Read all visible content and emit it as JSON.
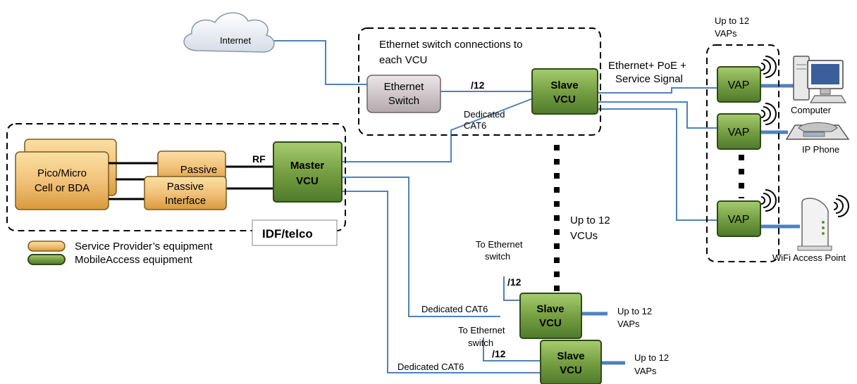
{
  "internet": {
    "label": "Internet"
  },
  "top_panel": {
    "title_line1": "Ethernet switch connections to",
    "title_line2": "each VCU",
    "switch_line1": "Ethernet",
    "switch_line2": "Switch",
    "port_count": "/12",
    "dedicated_line1": "Dedicated",
    "dedicated_line2": "CAT6"
  },
  "slave_vcu": {
    "line1": "Slave",
    "line2": "VCU"
  },
  "master_vcu": {
    "line1": "Master",
    "line2": "VCU"
  },
  "link_label": {
    "line1": "Ethernet+ PoE +",
    "line2": "Service Signal"
  },
  "vap_column": {
    "header_line1": "Up to 12",
    "header_line2": "VAPs",
    "vap_label": "VAP"
  },
  "devices": {
    "computer": "Computer",
    "ip_phone": "IP Phone",
    "wifi": "WiFi Access Point"
  },
  "idf": {
    "pico_line1": "Pico/Micro",
    "pico_line2": "Cell or BDA",
    "passive": "Passive",
    "passive_if_line1": "Passive",
    "passive_if_line2": "Interface",
    "rf": "RF",
    "box_label": "IDF/telco"
  },
  "legend": {
    "service_provider": "Service Provider’s equipment",
    "mobileaccess": "MobileAccess equipment",
    "service_provider_color": "#f2c27a",
    "mobileaccess_color": "#77a044"
  },
  "vcu_chain": {
    "line1": "Up to 12",
    "line2": "VCUs"
  },
  "lower": {
    "to_eth_line1": "To Ethernet",
    "to_eth_line2": "switch",
    "port_count": "/12",
    "dedicated": "Dedicated CAT6",
    "up_to_line1": "Up to 12",
    "up_to_line2": "VAPs"
  },
  "colors": {
    "cable": "#4f81bd",
    "green": "#77a044",
    "orange": "#f2c27a",
    "switch": "#c8bcc0"
  }
}
